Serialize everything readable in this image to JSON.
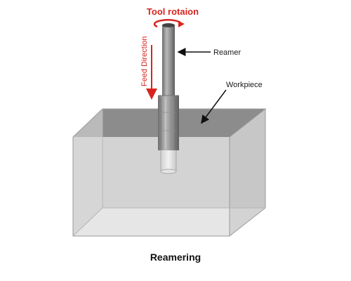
{
  "labels": {
    "tool_rotation": "Tool rotaion",
    "feed_direction": "Feed Direction",
    "reamer": "Reamer",
    "workpiece": "Workpiece"
  },
  "caption": "Reamering",
  "colors": {
    "accent_red": "#d8241f",
    "label_dark": "#1a1a1a"
  }
}
